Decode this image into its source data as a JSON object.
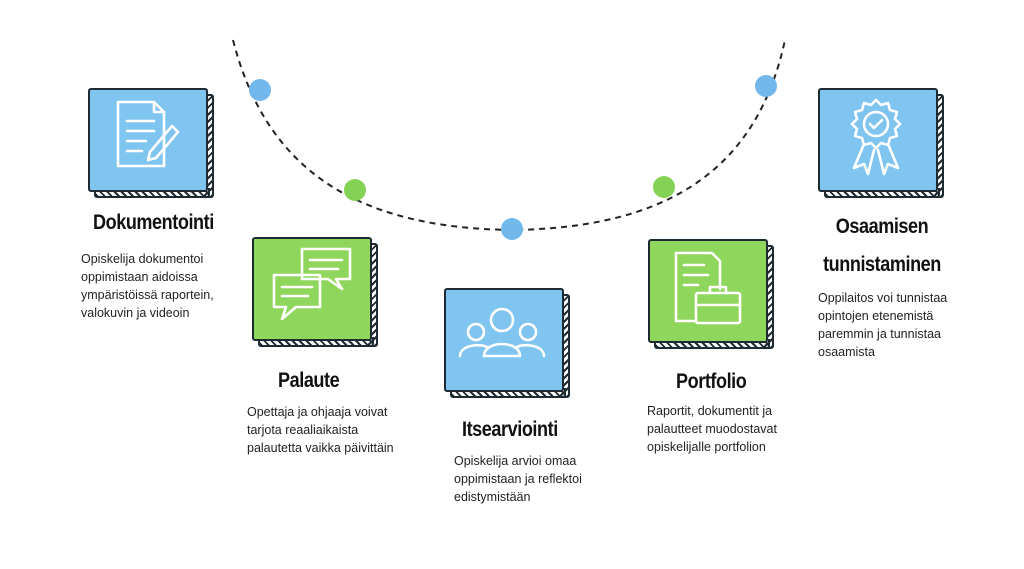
{
  "colors": {
    "blue_card": "#80c4f0",
    "green_card": "#8fd65d",
    "blue_dot": "#72b8ec",
    "green_dot": "#84d255",
    "outline": "#1d2b33"
  },
  "steps": [
    {
      "title": "Dokumentointi",
      "description": "Opiskelija dokumentoi oppimistaan aidoissa ympäristöissä raportein, valokuvin ja videoin",
      "icon": "document-pencil-icon",
      "color": "blue"
    },
    {
      "title": "Palaute",
      "description": "Opettaja ja ohjaaja voivat tarjota reaaliaikaista palautetta vaikka päivittäin",
      "icon": "chat-bubbles-icon",
      "color": "green"
    },
    {
      "title": "Itsearviointi",
      "description": "Opiskelija arvioi omaa oppimistaan ja reflektoi edistymistään",
      "icon": "people-group-icon",
      "color": "blue"
    },
    {
      "title": "Portfolio",
      "description": "Raportit, dokumentit ja palautteet muodostavat opiskelijalle portfolion",
      "icon": "portfolio-briefcase-icon",
      "color": "green"
    },
    {
      "title": "Osaamisen tunnistaminen",
      "title_lines": [
        "Osaamisen",
        "tunnistaminen"
      ],
      "description": "Oppilaitos voi tunnistaa opintojen etenemistä paremmin ja tunnistaa osaamista",
      "icon": "award-badge-icon",
      "color": "blue"
    }
  ]
}
